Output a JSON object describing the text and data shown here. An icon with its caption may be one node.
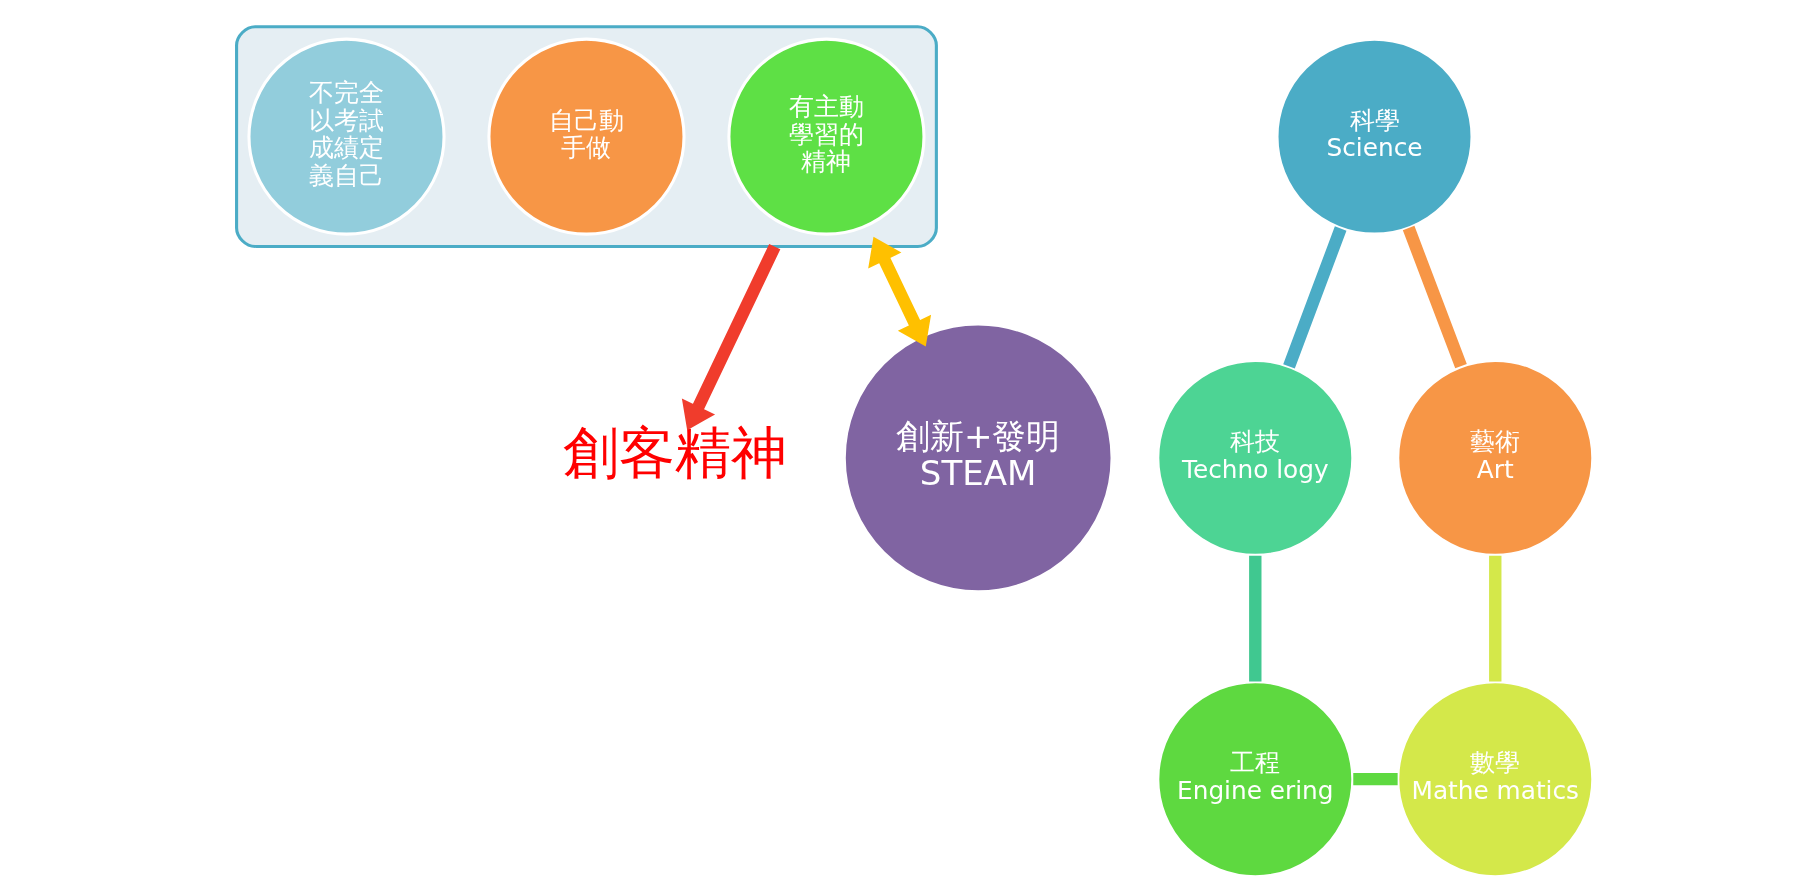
{
  "diagram": {
    "nodes": [
      {
        "text": [],
        "shape": "funnel"
      },
      {
        "text": [
          "有主動學習的精神"
        ],
        "in": 0
      },
      {
        "text": [
          "自己動手做"
        ],
        "in": 0
      },
      {
        "text": [
          "不完全以考試成績定義自己"
        ],
        "in": 0
      },
      {
        "text": [
          "創客精神"
        ]
      },
      {
        "text": [
          "科學",
          "Science"
        ]
      },
      {
        "text": [
          "科技",
          "Techno logy"
        ]
      },
      {
        "text": [
          "工程",
          "Engine ering"
        ]
      },
      {
        "text": [
          "數學",
          "Mathe matics"
        ]
      },
      {
        "text": [
          "藝術",
          "Art"
        ]
      },
      {
        "text": [
          "創新+發明",
          "STEAM"
        ]
      }
    ],
    "edges": [
      {
        "from": 0,
        "to": 4,
        "arrow": "to",
        "color": "#f03c2c"
      },
      {
        "from": 0,
        "to": 10,
        "arrow": "both",
        "color": "#ffc000"
      },
      {
        "from": 5,
        "to": 6,
        "arrow": "none",
        "color": "#4bacc6"
      },
      {
        "from": 6,
        "to": 7,
        "arrow": "none",
        "color": "#40c890"
      },
      {
        "from": 7,
        "to": 8,
        "arrow": "none",
        "color": "#5ed940"
      },
      {
        "from": 8,
        "to": 9,
        "arrow": "none",
        "color": "#d4e84a"
      },
      {
        "from": 9,
        "to": 5,
        "arrow": "none",
        "color": "#f79646"
      }
    ]
  }
}
